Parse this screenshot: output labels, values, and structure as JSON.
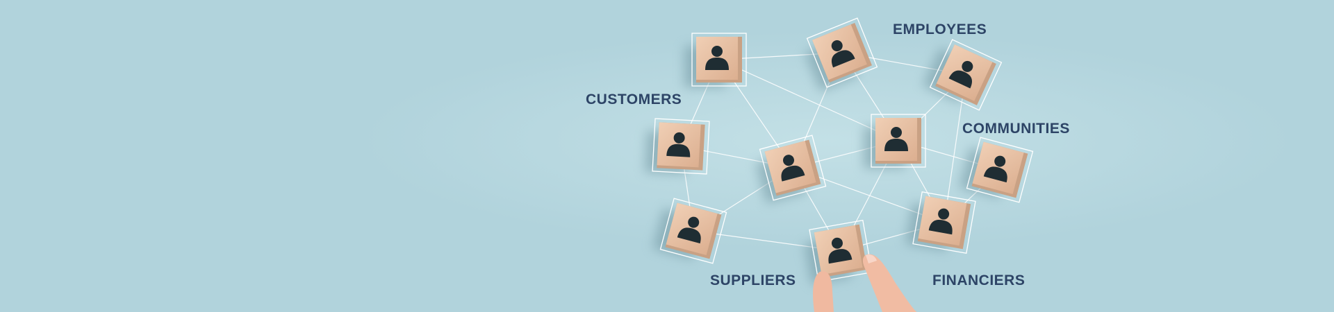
{
  "labels": {
    "employees": "EMPLOYEES",
    "customers": "CUSTOMERS",
    "communities": "COMMUNITIES",
    "suppliers": "SUPPLIERS",
    "financiers": "FINANCIERS"
  },
  "colors": {
    "background": "#b1d3dc",
    "label": "#2d4466",
    "block": "#e7c0a4",
    "person": "#1f2d33",
    "line": "#ffffff"
  }
}
